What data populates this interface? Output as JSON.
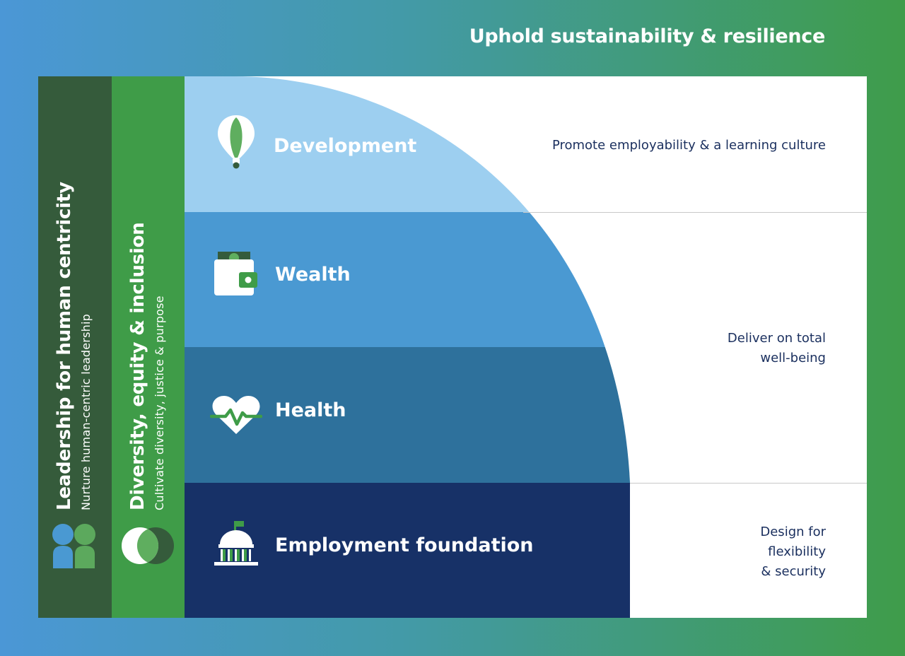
{
  "headline": "Uphold sustainability & resilience",
  "left_columns": {
    "leadership": {
      "title": "Leadership for human centricity",
      "subtitle": "Nurture human-centric leadership",
      "icon": "people-icon"
    },
    "dei": {
      "title": "Diversity, equity & inclusion",
      "subtitle": "Cultivate diversity, justice & purpose",
      "icon": "overlapping-circles-icon"
    }
  },
  "layers": [
    {
      "label": "Development",
      "icon": "hot-air-balloon-icon",
      "color": "#9dcff0",
      "description": "Promote employability & a learning culture"
    },
    {
      "label": "Wealth",
      "icon": "wallet-icon",
      "color": "#4a99d2"
    },
    {
      "label": "Health",
      "icon": "heartbeat-icon",
      "color": "#2e719c",
      "description_lines": [
        "Deliver on total",
        "well-being"
      ]
    },
    {
      "label": "Employment foundation",
      "icon": "institution-icon",
      "color": "#173167",
      "description_lines": [
        "Design for",
        "flexibility",
        "& security"
      ]
    }
  ],
  "colors": {
    "green_dark": "#355b3b",
    "green": "#3f9c48",
    "navy_text": "#1a2f5e"
  }
}
